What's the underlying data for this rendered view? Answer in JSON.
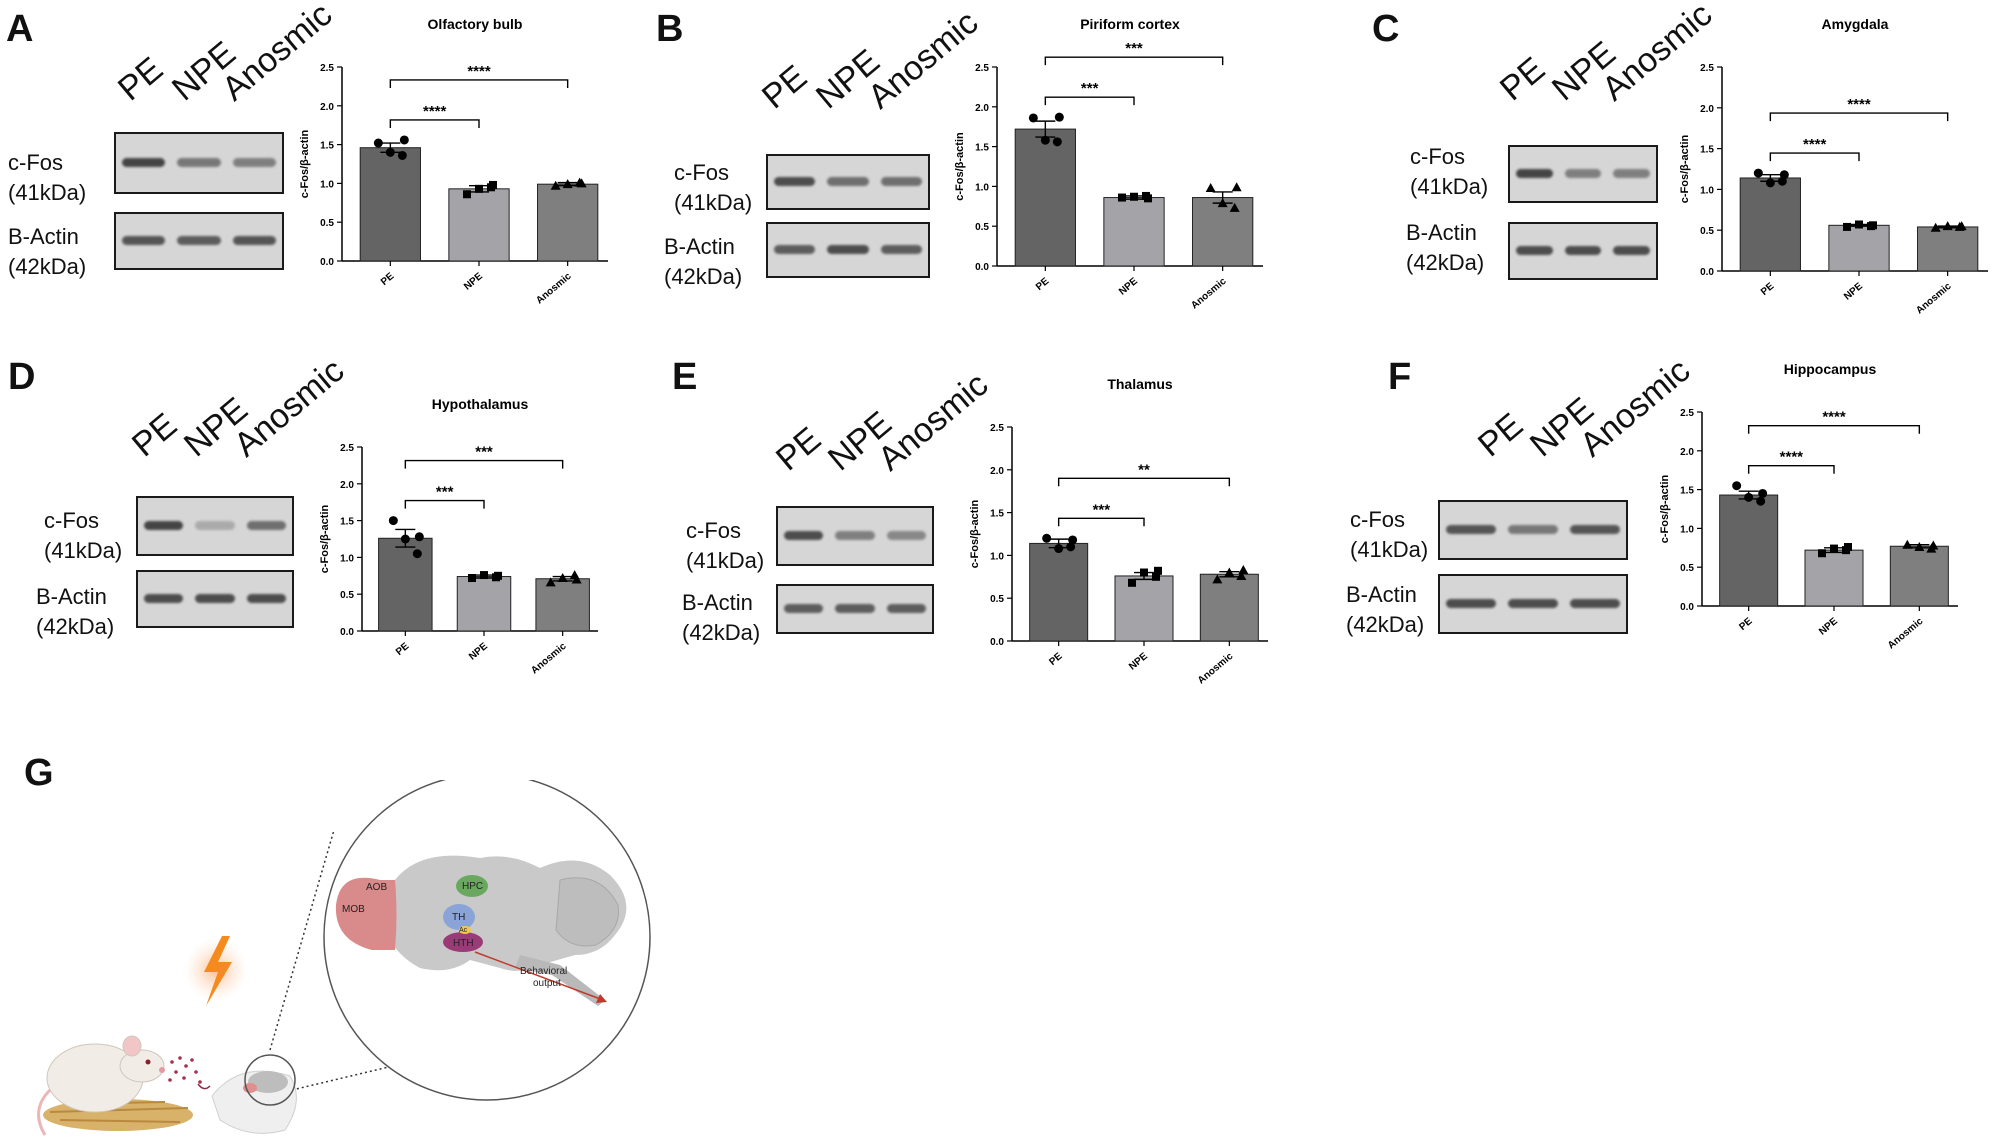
{
  "lanes": [
    "PE",
    "NPE",
    "Anosmic"
  ],
  "blot_labels": {
    "cfos": [
      "c-Fos",
      "(41kDa)"
    ],
    "actin": [
      "B-Actin",
      "(42kDa)"
    ]
  },
  "colors": {
    "PE": "#646464",
    "NPE": "#a3a3a8",
    "Anosmic": "#7f7f7f"
  },
  "panels": [
    {
      "letter": "A",
      "title": "Olfactory bulb",
      "cfos": [
        0.85,
        0.55,
        0.5
      ],
      "actin": [
        0.75,
        0.7,
        0.75
      ]
    },
    {
      "letter": "B",
      "title": "Piriform cortex",
      "cfos": [
        0.8,
        0.6,
        0.6
      ],
      "actin": [
        0.7,
        0.8,
        0.7
      ]
    },
    {
      "letter": "C",
      "title": "Amygdala",
      "cfos": [
        0.85,
        0.5,
        0.5
      ],
      "actin": [
        0.8,
        0.8,
        0.8
      ]
    },
    {
      "letter": "D",
      "title": "Hypothalamus",
      "cfos": [
        0.85,
        0.25,
        0.6
      ],
      "actin": [
        0.8,
        0.8,
        0.8
      ]
    },
    {
      "letter": "E",
      "title": "Thalamus",
      "cfos": [
        0.8,
        0.5,
        0.45
      ],
      "actin": [
        0.7,
        0.7,
        0.7
      ]
    },
    {
      "letter": "F",
      "title": "Hippocampus",
      "cfos": [
        0.75,
        0.55,
        0.75
      ],
      "actin": [
        0.8,
        0.8,
        0.8
      ]
    }
  ],
  "chart_data": [
    {
      "type": "bar",
      "title": "Olfactory bulb",
      "ylabel": "c-Fos/β-actin",
      "categories": [
        "PE",
        "NPE",
        "Anosmic"
      ],
      "values": [
        1.46,
        0.93,
        0.99
      ],
      "sem": [
        0.06,
        0.04,
        0.02
      ],
      "points": [
        [
          1.52,
          1.4,
          1.36,
          1.56
        ],
        [
          0.86,
          0.93,
          0.95,
          0.98
        ],
        [
          0.97,
          0.99,
          1.01,
          1.0
        ]
      ],
      "markers": [
        "circle",
        "square",
        "triangle"
      ],
      "ylim": [
        0,
        2.5
      ],
      "yticks": [
        "0.0",
        "0.5",
        "1.0",
        "1.5",
        "2.0",
        "2.5"
      ],
      "sig": [
        {
          "from": 0,
          "to": 1,
          "label": "****"
        },
        {
          "from": 0,
          "to": 2,
          "label": "****"
        }
      ]
    },
    {
      "type": "bar",
      "title": "Piriform cortex",
      "ylabel": "c-Fos/β-actin",
      "categories": [
        "PE",
        "NPE",
        "Anosmic"
      ],
      "values": [
        1.72,
        0.86,
        0.86
      ],
      "sem": [
        0.1,
        0.02,
        0.07
      ],
      "points": [
        [
          1.86,
          1.58,
          1.56,
          1.87
        ],
        [
          0.86,
          0.87,
          0.88,
          0.85
        ],
        [
          0.98,
          0.79,
          0.73,
          0.99
        ]
      ],
      "markers": [
        "circle",
        "square",
        "triangle"
      ],
      "ylim": [
        0,
        2.5
      ],
      "yticks": [
        "0.0",
        "0.5",
        "1.0",
        "1.5",
        "2.0",
        "2.5"
      ],
      "sig": [
        {
          "from": 0,
          "to": 1,
          "label": "***"
        },
        {
          "from": 0,
          "to": 2,
          "label": "***"
        }
      ]
    },
    {
      "type": "bar",
      "title": "Amygdala",
      "ylabel": "c-Fos/β-actin",
      "categories": [
        "PE",
        "NPE",
        "Anosmic"
      ],
      "values": [
        1.14,
        0.56,
        0.54
      ],
      "sem": [
        0.04,
        0.01,
        0.01
      ],
      "points": [
        [
          1.2,
          1.08,
          1.1,
          1.18
        ],
        [
          0.54,
          0.57,
          0.55,
          0.56
        ],
        [
          0.53,
          0.55,
          0.54,
          0.55
        ]
      ],
      "markers": [
        "circle",
        "square",
        "triangle"
      ],
      "ylim": [
        0,
        2.5
      ],
      "yticks": [
        "0.0",
        "0.5",
        "1.0",
        "1.5",
        "2.0",
        "2.5"
      ],
      "sig": [
        {
          "from": 0,
          "to": 1,
          "label": "****"
        },
        {
          "from": 0,
          "to": 2,
          "label": "****"
        }
      ]
    },
    {
      "type": "bar",
      "title": "Hypothalamus",
      "ylabel": "c-Fos/β-actin",
      "categories": [
        "PE",
        "NPE",
        "Anosmic"
      ],
      "values": [
        1.26,
        0.74,
        0.71
      ],
      "sem": [
        0.12,
        0.02,
        0.03
      ],
      "points": [
        [
          1.5,
          1.25,
          1.05,
          1.28
        ],
        [
          0.72,
          0.76,
          0.73,
          0.75
        ],
        [
          0.66,
          0.72,
          0.76,
          0.7
        ]
      ],
      "markers": [
        "circle",
        "square",
        "triangle"
      ],
      "ylim": [
        0,
        2.5
      ],
      "yticks": [
        "0.0",
        "0.5",
        "1.0",
        "1.5",
        "2.0",
        "2.5"
      ],
      "sig": [
        {
          "from": 0,
          "to": 1,
          "label": "***"
        },
        {
          "from": 0,
          "to": 2,
          "label": "***"
        }
      ]
    },
    {
      "type": "bar",
      "title": "Thalamus",
      "ylabel": "c-Fos/β-actin",
      "categories": [
        "PE",
        "NPE",
        "Anosmic"
      ],
      "values": [
        1.14,
        0.76,
        0.78
      ],
      "sem": [
        0.05,
        0.04,
        0.03
      ],
      "points": [
        [
          1.2,
          1.08,
          1.1,
          1.18
        ],
        [
          0.68,
          0.8,
          0.75,
          0.82
        ],
        [
          0.72,
          0.8,
          0.76,
          0.83
        ]
      ],
      "markers": [
        "circle",
        "square",
        "triangle"
      ],
      "ylim": [
        0,
        2.5
      ],
      "yticks": [
        "0.0",
        "0.5",
        "1.0",
        "1.5",
        "2.0",
        "2.5"
      ],
      "sig": [
        {
          "from": 0,
          "to": 1,
          "label": "***"
        },
        {
          "from": 0,
          "to": 2,
          "label": "**"
        }
      ]
    },
    {
      "type": "bar",
      "title": "Hippocampus",
      "ylabel": "c-Fos/β-actin",
      "categories": [
        "PE",
        "NPE",
        "Anosmic"
      ],
      "values": [
        1.43,
        0.72,
        0.77
      ],
      "sem": [
        0.05,
        0.03,
        0.02
      ],
      "points": [
        [
          1.55,
          1.4,
          1.35,
          1.45
        ],
        [
          0.68,
          0.74,
          0.72,
          0.76
        ],
        [
          0.79,
          0.76,
          0.74,
          0.78
        ]
      ],
      "markers": [
        "circle",
        "square",
        "triangle"
      ],
      "ylim": [
        0,
        2.5
      ],
      "yticks": [
        "0.0",
        "0.5",
        "1.0",
        "1.5",
        "2.0",
        "2.5"
      ],
      "sig": [
        {
          "from": 0,
          "to": 1,
          "label": "****"
        },
        {
          "from": 0,
          "to": 2,
          "label": "****"
        }
      ]
    }
  ],
  "schematic": {
    "letter": "G",
    "regions": {
      "aob": "AOB",
      "mob": "MOB",
      "hpc": "HPC",
      "th": "TH",
      "ac": "Ac",
      "hth": "HTH"
    },
    "output_line1": "Behavioral",
    "output_line2": "output",
    "colors": {
      "mob": "#d98a8a",
      "hpc": "#6aa860",
      "th": "#8aa4d8",
      "hth": "#9a3b78",
      "ac": "#f2c84b",
      "brain": "#c9c9c9",
      "arrow": "#c0392b",
      "bolt": "#f58a1f"
    }
  }
}
